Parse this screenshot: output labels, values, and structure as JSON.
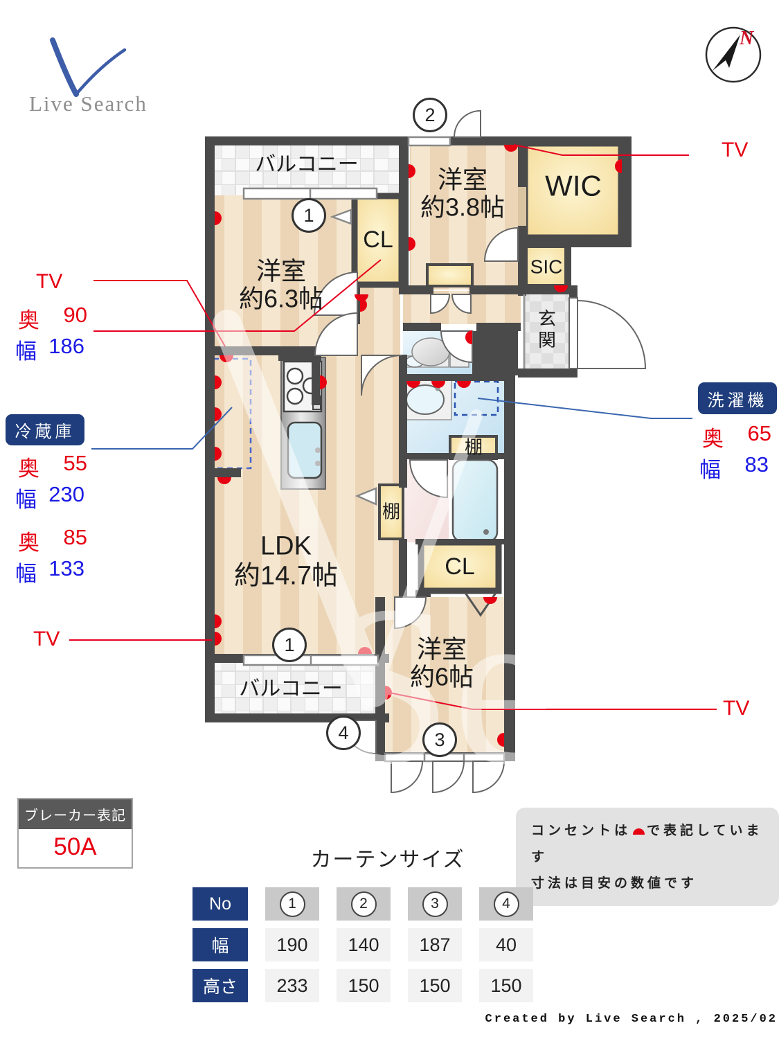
{
  "logo": {
    "brand": "Live Search"
  },
  "compass": {
    "north": "N"
  },
  "rooms": {
    "balcony_top": "バルコニー",
    "bedroom63_l1": "洋室",
    "bedroom63_l2": "約6.3帖",
    "cl_upper": "CL",
    "bedroom38_l1": "洋室",
    "bedroom38_l2": "約3.8帖",
    "wic": "WIC",
    "sic": "SIC",
    "entrance": "玄関",
    "ldk_l1": "LDK",
    "ldk_l2": "約14.7帖",
    "shelf_a": "棚",
    "shelf_b": "棚",
    "cl_lower": "CL",
    "bedroom6_l1": "洋室",
    "bedroom6_l2": "約6帖",
    "balcony_bottom": "バルコニー"
  },
  "markers": {
    "m1": "1",
    "m2": "2",
    "m3": "3",
    "m4": "4"
  },
  "annotations": {
    "tv": "TV",
    "depth_label": "奥",
    "width_label": "幅",
    "tv_left": {
      "depth": "90",
      "width": "186"
    },
    "fridge": {
      "label": "冷蔵庫",
      "depth": "55",
      "width": "230"
    },
    "counter": {
      "depth": "85",
      "width": "133"
    },
    "washer": {
      "label": "洗濯機",
      "depth": "65",
      "width": "83"
    }
  },
  "breaker": {
    "title": "ブレーカー表記",
    "value": "50A"
  },
  "note": {
    "line1_pre": "コンセントは",
    "line1_post": "で表記しています",
    "line2": "寸法は目安の数値です"
  },
  "curtain_table": {
    "title": "カーテンサイズ",
    "row_headers": [
      "No",
      "幅",
      "高さ"
    ],
    "columns": [
      "1",
      "2",
      "3",
      "4"
    ],
    "width_values": [
      "190",
      "140",
      "187",
      "40"
    ],
    "height_values": [
      "233",
      "150",
      "150",
      "150"
    ]
  },
  "colors": {
    "accent_red": "#e60012",
    "accent_blue": "#1a1ae6",
    "badge_navy": "#1f3d7c"
  },
  "credit": "Created by Live Search , 2025/02"
}
